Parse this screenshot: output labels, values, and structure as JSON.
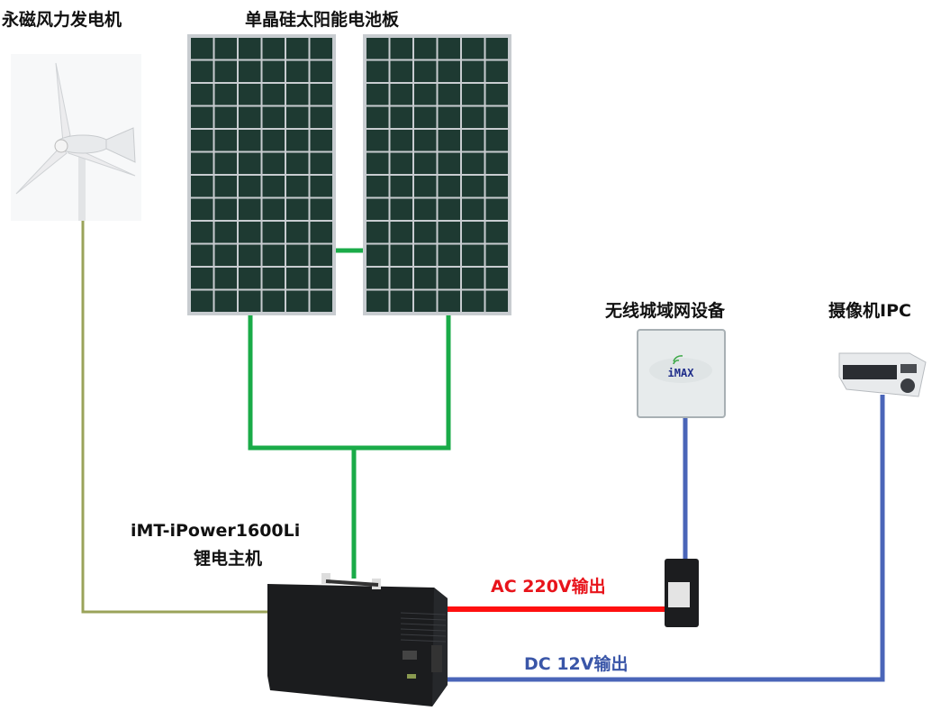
{
  "labels": {
    "wind_turbine": "永磁风力发电机",
    "solar_panels": "单晶硅太阳能电池板",
    "wireless_device": "无线城域网设备",
    "camera": "摄像机IPC",
    "host_model": "iMT-iPower1600Li",
    "host_name": "锂电主机",
    "ac_output": "AC 220V输出",
    "dc_output": "DC 12V输出"
  },
  "device_logo": "iMAX",
  "colors": {
    "solar_wire": "#1aab48",
    "wind_wire": "#9aa35a",
    "ac_wire": "#ff1010",
    "dc_wire": "#4a65b8",
    "panel_cell": "#1e3a32",
    "panel_frame": "#c8ccd0"
  }
}
